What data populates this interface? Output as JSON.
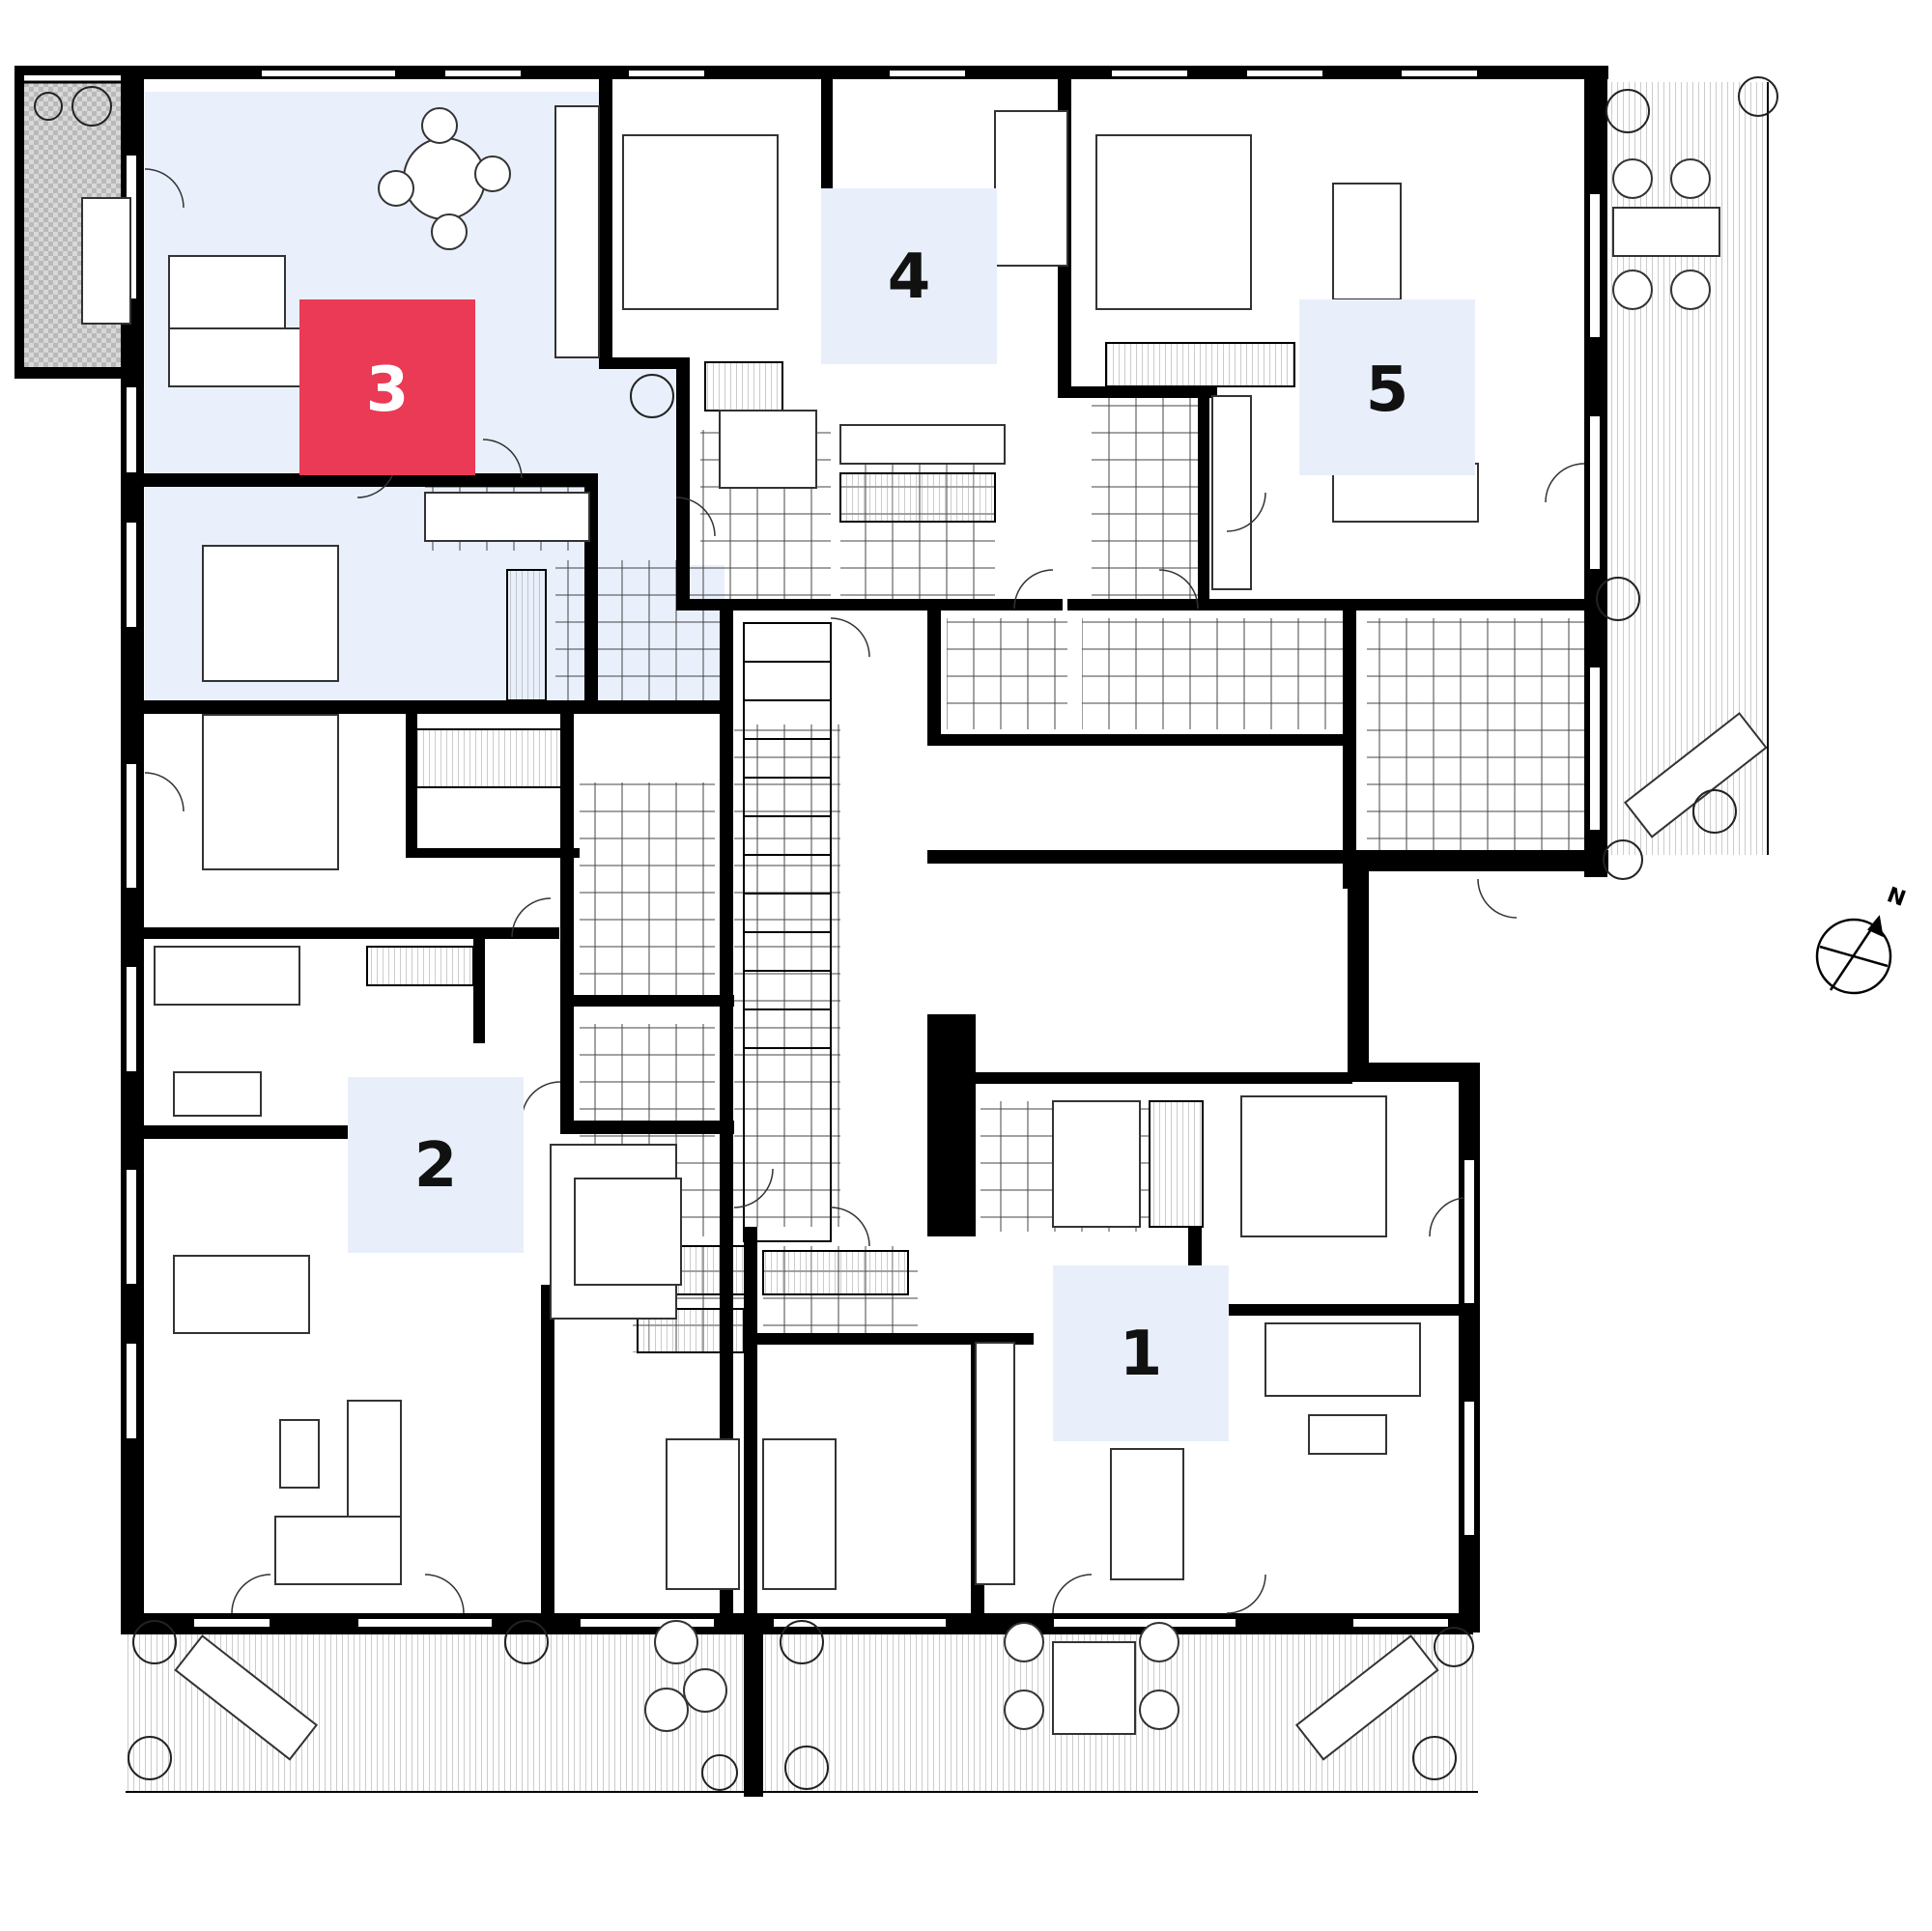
{
  "plan": {
    "units": [
      {
        "number": "1",
        "selected": false
      },
      {
        "number": "2",
        "selected": false
      },
      {
        "number": "3",
        "selected": true
      },
      {
        "number": "4",
        "selected": false
      },
      {
        "number": "5",
        "selected": false
      }
    ],
    "compass_letter": "N"
  },
  "colors": {
    "wall": "#000000",
    "selected_unit_fill": "#e9f0fb",
    "selected_label_bg": "#ea3a55",
    "selected_label_text": "#ffffff",
    "label_bg": "#e8effa",
    "label_text": "#111111",
    "furniture_stroke": "#333333",
    "terrace_hatch": "#9a9a9a",
    "tile_grid": "#444444"
  }
}
